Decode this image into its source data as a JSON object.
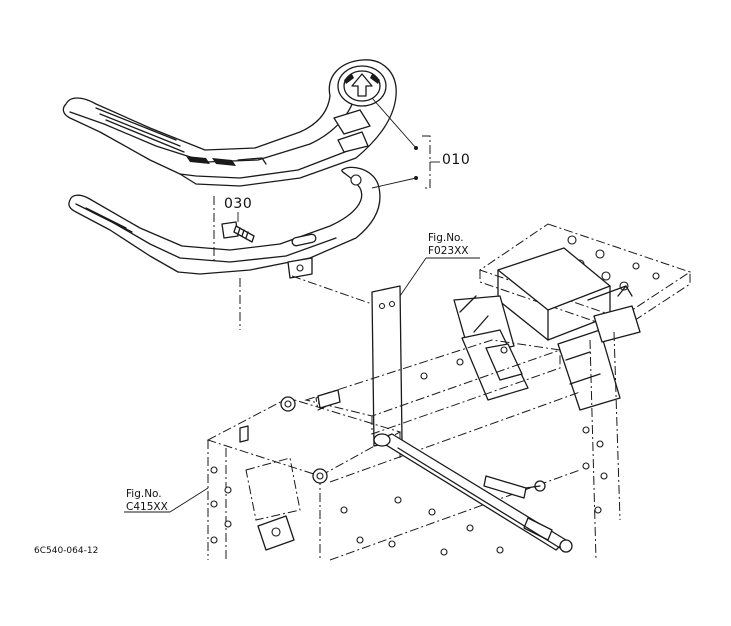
{
  "callouts": {
    "part_010": "010",
    "part_030": "030"
  },
  "figure_refs": {
    "upper": {
      "line1": "Fig.No.",
      "line2": "F023XX"
    },
    "lower": {
      "line1": "Fig.No.",
      "line2": "C415XX"
    }
  },
  "drawing_code": "6C540-064-12",
  "icons": [
    "footrest-pad-icon",
    "footrest-bracket-icon",
    "bolt-icon",
    "frame-icon"
  ],
  "colors": {
    "ink": "#1a1a1a",
    "background": "#ffffff"
  }
}
